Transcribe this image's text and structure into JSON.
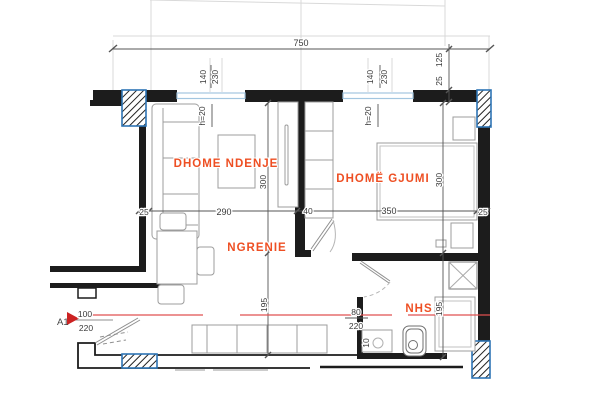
{
  "labels": {
    "living_room": "DHOME NDENJE",
    "bedroom": "DHOMË GJUMI",
    "dining": "NGRENIE",
    "bathroom": "NHS"
  },
  "dims": {
    "overall_width": "750",
    "window1_width": "140",
    "window1_height": "230",
    "window2_width": "140",
    "window2_height": "230",
    "parapet1": "h=20",
    "parapet2": "h=20",
    "right_offset": "125",
    "right_wall_top": "25",
    "left_wall": "25",
    "living_width": "290",
    "partition": "40",
    "bedroom_width": "350",
    "right_wall": "25",
    "living_depth": "300",
    "dining_depth": "195",
    "bedroom_depth": "300",
    "bath_depth": "195",
    "entry_door_width": "100",
    "entry_door_height": "220",
    "bath_door_width": "80",
    "bath_door_height": "220",
    "niche": "10"
  },
  "section": {
    "label": "A1"
  },
  "colors": {
    "accent_orange": "#ee4f23",
    "section_red": "#e05050",
    "hatch_blue": "#2e75b5",
    "wall_black": "#1c1c1c"
  }
}
